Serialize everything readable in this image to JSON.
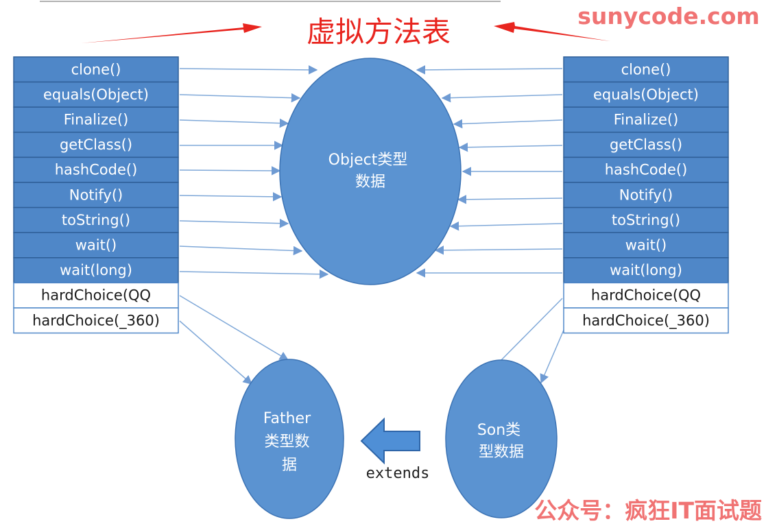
{
  "header": {
    "title": "虚拟方法表",
    "brand": "sunycode.com"
  },
  "left_table": {
    "blue_rows": [
      "clone()",
      "equals(Object)",
      "Finalize()",
      "getClass()",
      "hashCode()",
      "Notify()",
      "toString()",
      "wait()",
      "wait(long)"
    ],
    "white_rows": [
      "hardChoice(QQ",
      "hardChoice(_360)"
    ]
  },
  "right_table": {
    "blue_rows": [
      "clone()",
      "equals(Object)",
      "Finalize()",
      "getClass()",
      "hashCode()",
      "Notify()",
      "toString()",
      "wait()",
      "wait(long)"
    ],
    "white_rows": [
      "hardChoice(QQ",
      "hardChoice(_360)"
    ]
  },
  "nodes": {
    "object": [
      "Object类型",
      "数据"
    ],
    "father": [
      "Father",
      "类型数",
      "据"
    ],
    "son": [
      "Son类",
      "型数据"
    ]
  },
  "relation": {
    "extends_label": "extends"
  },
  "watermark": {
    "text": "公众号：疯狂IT面试题"
  },
  "colors": {
    "table_blue": "#4f87c8",
    "node_blue": "#5b93d1",
    "title_red": "#e8251f",
    "brand_pink": "#f07373"
  }
}
